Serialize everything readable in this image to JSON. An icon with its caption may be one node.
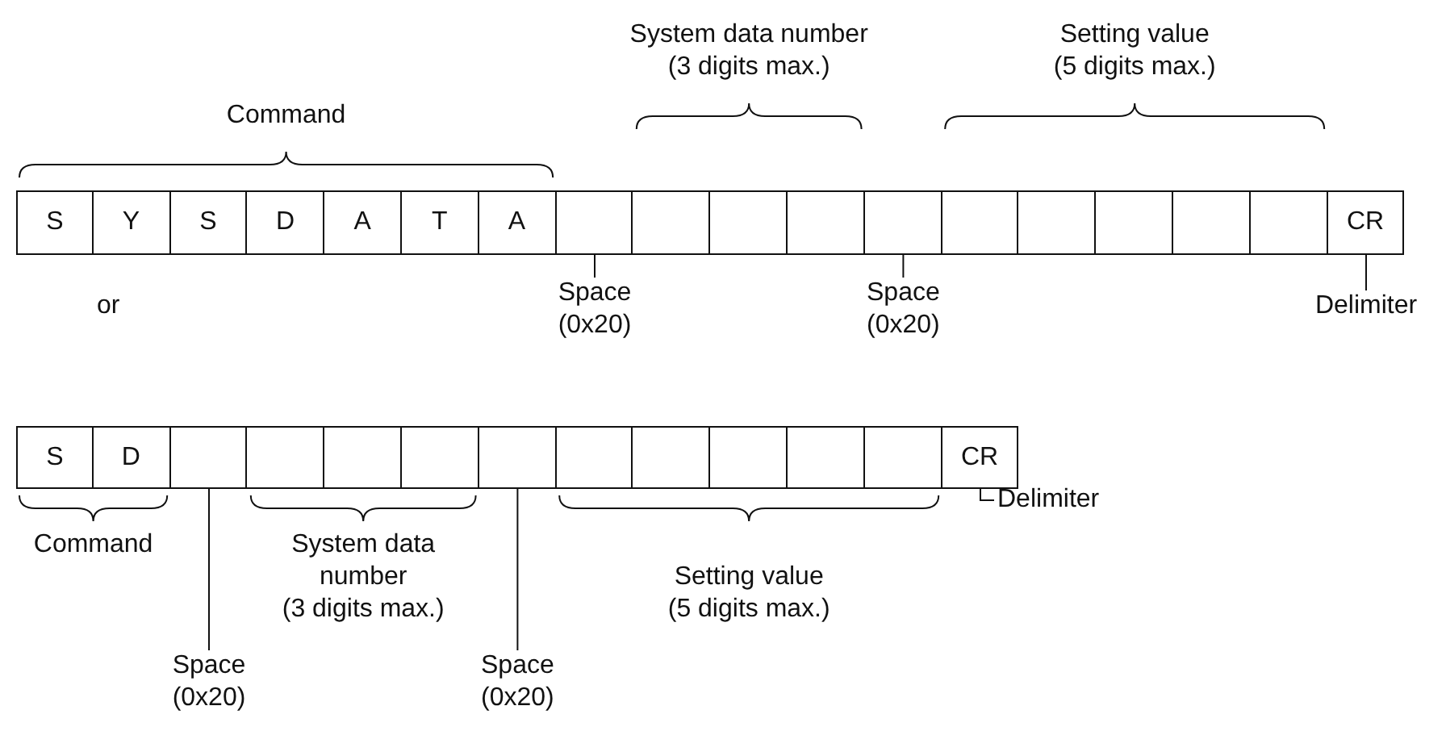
{
  "diagram": {
    "nodes": [
      {
        "text": [
          "S"
        ]
      },
      {
        "text": [
          "Y"
        ]
      },
      {
        "text": [
          "S"
        ]
      },
      {
        "text": [
          "D"
        ]
      },
      {
        "text": [
          "A"
        ]
      },
      {
        "text": [
          "T"
        ]
      },
      {
        "text": [
          "A"
        ]
      },
      {
        "text": [],
        "shape": "box"
      },
      {
        "text": [],
        "shape": "box"
      },
      {
        "text": [],
        "shape": "box"
      },
      {
        "text": [],
        "shape": "box"
      },
      {
        "text": [],
        "shape": "box"
      },
      {
        "text": [],
        "shape": "box"
      },
      {
        "text": [],
        "shape": "box"
      },
      {
        "text": [],
        "shape": "box"
      },
      {
        "text": [],
        "shape": "box"
      },
      {
        "text": [],
        "shape": "box"
      },
      {
        "text": [
          "CR"
        ]
      },
      {
        "text": [
          "Space (0x20)"
        ]
      },
      {
        "text": [
          "Space (0x20)"
        ]
      },
      {
        "text": [
          "Delimiter"
        ]
      },
      {
        "text": [
          "S"
        ]
      },
      {
        "text": [
          "D"
        ]
      },
      {
        "text": [],
        "shape": "box"
      },
      {
        "text": [],
        "shape": "box"
      },
      {
        "text": [],
        "shape": "box"
      },
      {
        "text": [],
        "shape": "box"
      },
      {
        "text": [],
        "shape": "box"
      },
      {
        "text": [],
        "shape": "box"
      },
      {
        "text": [],
        "shape": "box"
      },
      {
        "text": [],
        "shape": "box"
      },
      {
        "text": [],
        "shape": "box"
      },
      {
        "text": [],
        "shape": "box"
      },
      {
        "text": [
          "CR"
        ]
      },
      {
        "text": [
          "Delimiter"
        ]
      },
      {
        "text": [
          "Space (0x20)"
        ]
      },
      {
        "text": [
          "Space (0x20)"
        ]
      }
    ],
    "edges": [
      {
        "from": 18,
        "to": 7,
        "arrow": "none"
      },
      {
        "from": 19,
        "to": 11,
        "arrow": "none"
      },
      {
        "from": 20,
        "to": 17,
        "arrow": "none"
      },
      {
        "from": 34,
        "to": 33,
        "arrow": "none"
      },
      {
        "from": 35,
        "to": 23,
        "arrow": "none"
      },
      {
        "from": 36,
        "to": 27,
        "arrow": "none"
      }
    ],
    "labels": [
      "Command",
      "System data number (3 digits max.)",
      "Setting value (5 digits max.)",
      "or",
      "Command",
      "System data number (3 digits max.)",
      "Setting value (5 digits max.)"
    ]
  }
}
